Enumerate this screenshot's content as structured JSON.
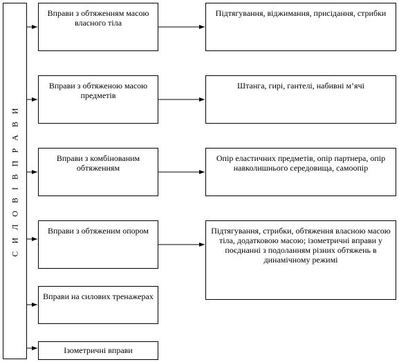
{
  "root": {
    "label": "С И Л О В І     В П Р А В И"
  },
  "categories": [
    {
      "label": "Вправи з обтяженням масою власного тіла",
      "detail": "Підтягування, віджимання, присідання, стрибки"
    },
    {
      "label": "Вправи з обтяженою масою предметів",
      "detail": "Штанга, гирі, гантелі, набивні м’ячі"
    },
    {
      "label": "Вправи з комбінованим обтяженням",
      "detail": "Опір еластичних предметів, опір партнера, опір навколишнього середовища, самоопір"
    },
    {
      "label": "Вправи з обтяженим опором",
      "detail": "Підтягування, стрибки, обтяження власною масою тіла, додатковою масою; ізометричні вправи у поєднанні з подоланням різних обтяжень в  динамічному режимі"
    },
    {
      "label": "Вправи на силових тренажерах",
      "detail": ""
    },
    {
      "label": "Ізометричні вправи",
      "detail": ""
    }
  ]
}
